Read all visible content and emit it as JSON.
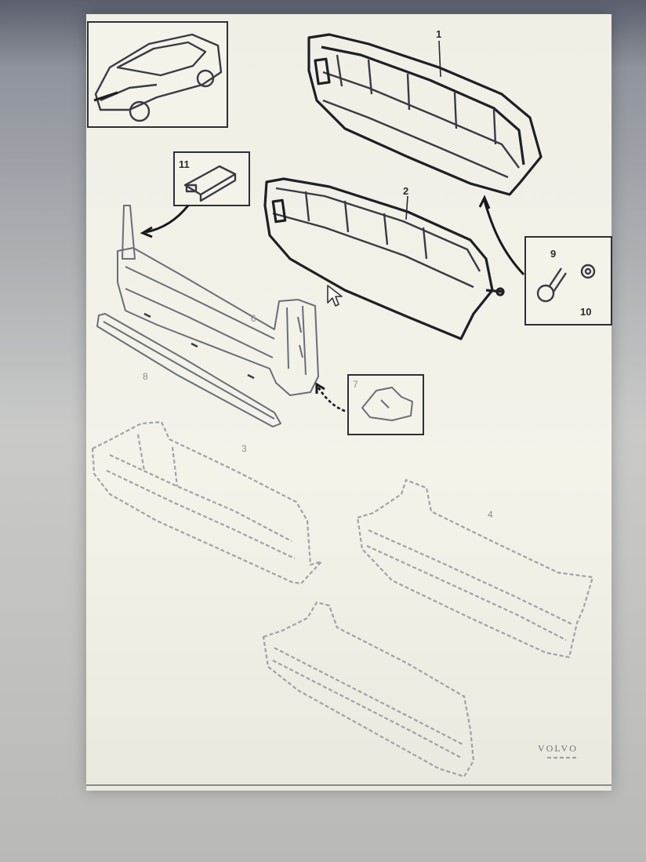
{
  "document": {
    "callouts": {
      "part_1": "1",
      "part_2": "2",
      "part_3": "3",
      "part_4": "4",
      "part_6": "6",
      "part_7": "7",
      "part_8": "8",
      "part_9": "9",
      "part_10": "10",
      "part_11": "11"
    },
    "brand_mark": "VOLVO"
  },
  "colors": {
    "line_dark": "#1f1f26",
    "line_faint": "#9fa1aa",
    "paper": "#f3f3ea"
  },
  "icons": {
    "cursor": "mouse-pointer-icon"
  }
}
